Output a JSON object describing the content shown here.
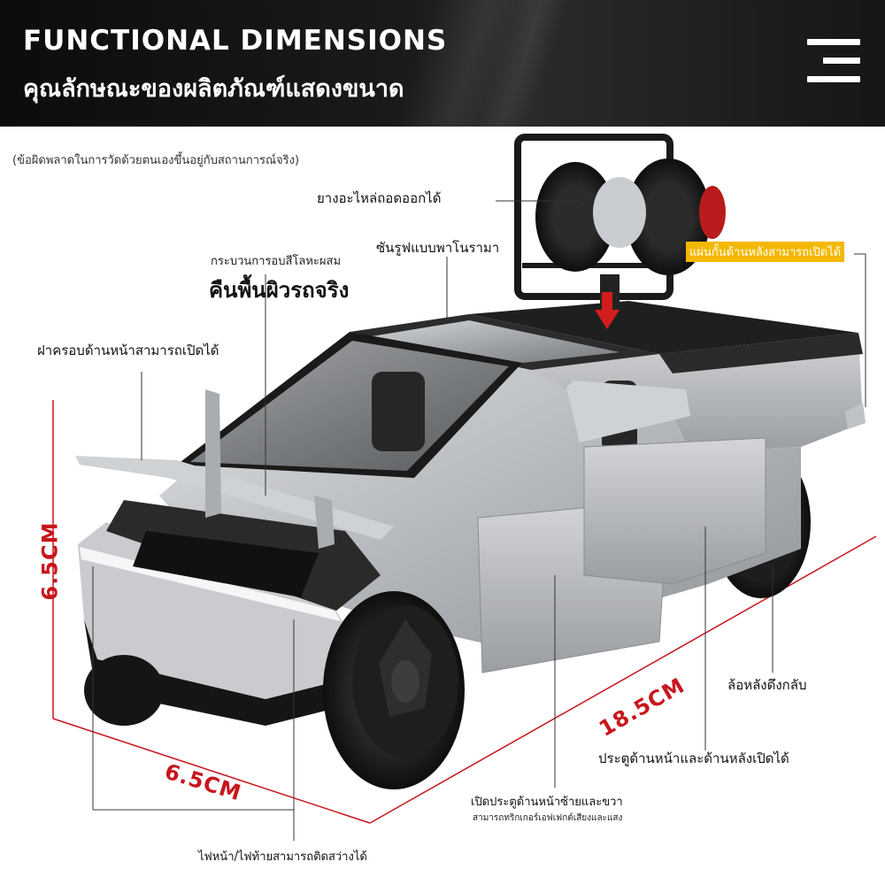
{
  "header": {
    "title_en": "FUNCTIONAL DIMENSIONS",
    "title_th": "คุณลักษณะของผลิตภัณฑ์แสดงขนาด",
    "menu_icon": "hamburger-menu-icon"
  },
  "disclaimer": "(ข้อผิดพลาดในการวัดด้วยตนเองขึ้นอยู่กับสถานการณ์จริง)",
  "labels": {
    "spare_tire": "ยางอะไหล่ถอดออกได้",
    "sunroof": "ซันรูฟแบบพาโนรามา",
    "tailgate": "แผ่นกั้นด้านหลังสามารถเปิดได้",
    "paint_process": "กระบวนการอบสีโลหะผสม",
    "realistic_surface": "คืนพื้นผิวรถจริง",
    "hood": "ฝาครอบด้านหน้าสามารถเปิดได้",
    "pullback": "ล้อหลังดึงกลับ",
    "doors": "ประตูด้านหน้าและด้านหลังเปิดได้",
    "front_door_trigger": "เปิดประตูด้านหน้าซ้ายและขวา",
    "sound_light": "สามารถทริกเกอร์เอฟเฟกต์เสียงและแสง",
    "lights": "ไฟหน้า/ไฟท้ายสามารถติดสว่างได้"
  },
  "dimensions": {
    "height": "6.5CM",
    "width": "6.5CM",
    "length": "18.5CM"
  },
  "colors": {
    "accent_red": "#c8161d",
    "badge_yellow": "#f5b800",
    "body_silver": "#b9bcc0"
  }
}
